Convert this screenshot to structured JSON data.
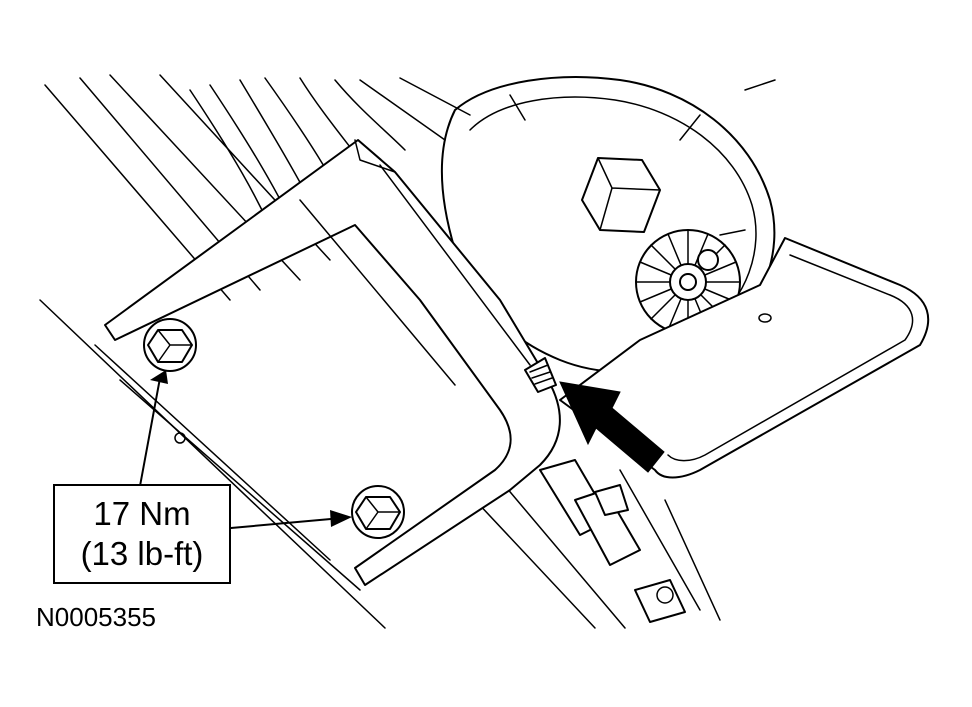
{
  "callout": {
    "torque_nm": "17 Nm",
    "torque_lbft": "(13 lb-ft)"
  },
  "figure_id": "N0005355",
  "colors": {
    "line": "#000000",
    "background": "#ffffff"
  }
}
